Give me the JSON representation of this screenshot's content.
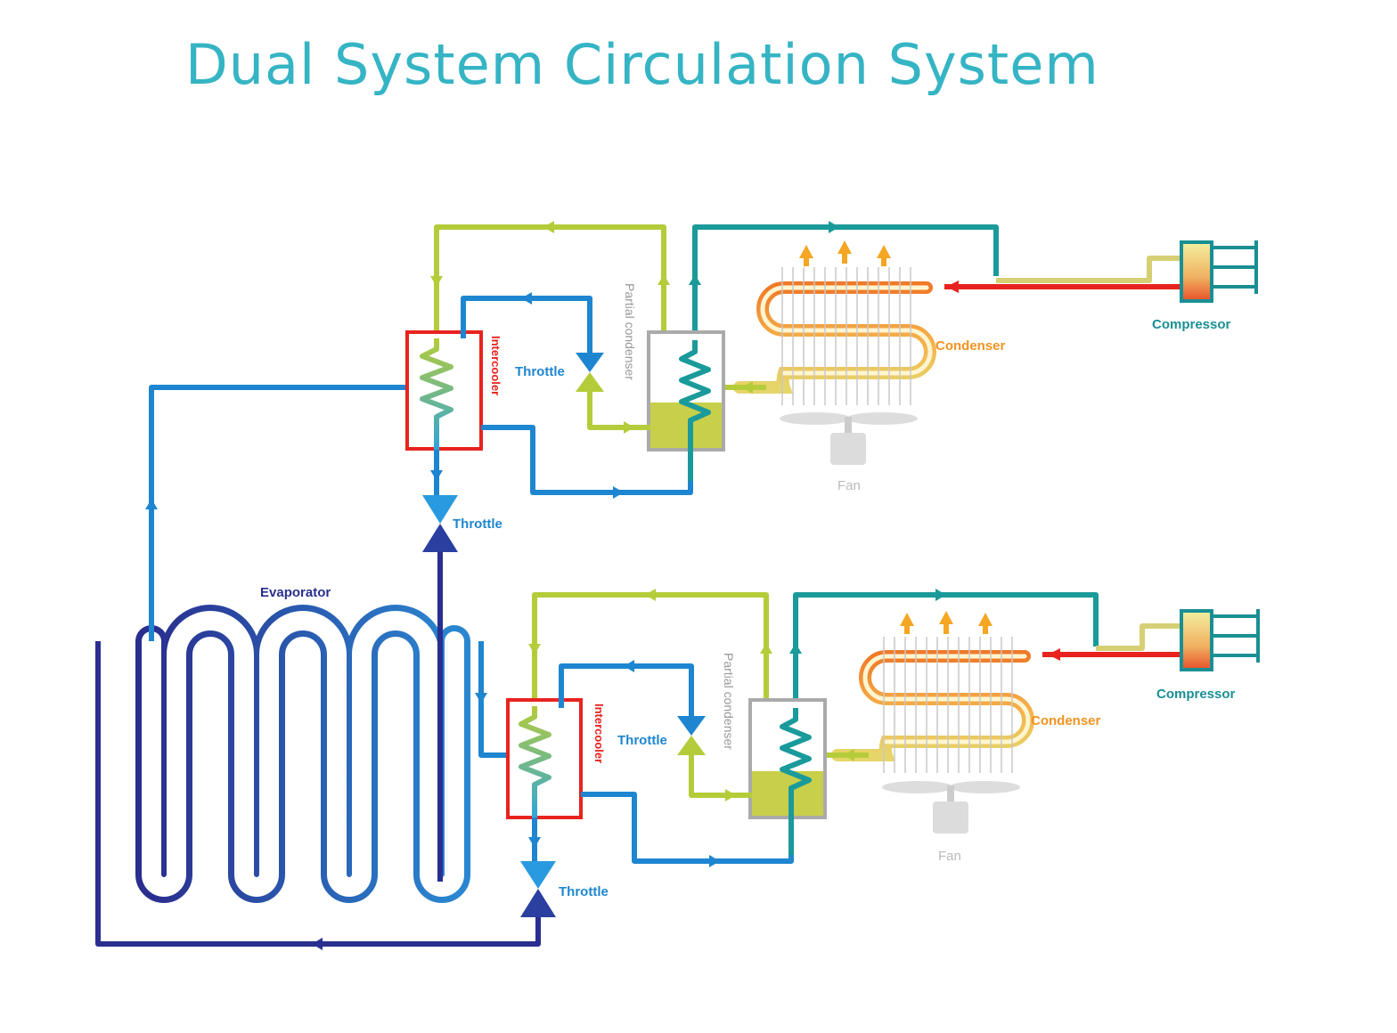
{
  "title": "Dual System Circulation System",
  "labels": {
    "evaporator": "Evaporator",
    "compressor": "Compressor",
    "condenser": "Condenser",
    "fan": "Fan",
    "throttle": "Throttle",
    "intercooler": "Intercooler",
    "partial_condenser": "Partial condenser"
  },
  "colors": {
    "title": "#35b4c4",
    "teal_line": "#1a9a9a",
    "yellow_green_line": "#b5cc3a",
    "blue_line": "#1e86d0",
    "dark_blue_line": "#2a2f8f",
    "red_line": "#e8231f",
    "intercooler_red": "#e8231f",
    "condenser_orange": "#f39320",
    "compressor_teal": "#1a8f93",
    "fan_grey": "#bbbbbb",
    "partial_condenser_grey": "#aaaaaa"
  },
  "icons": [
    "arrow-icon",
    "throttle-valve-icon",
    "heat-exchanger-coil-icon",
    "fan-icon",
    "compressor-icon",
    "heat-rise-icon"
  ]
}
